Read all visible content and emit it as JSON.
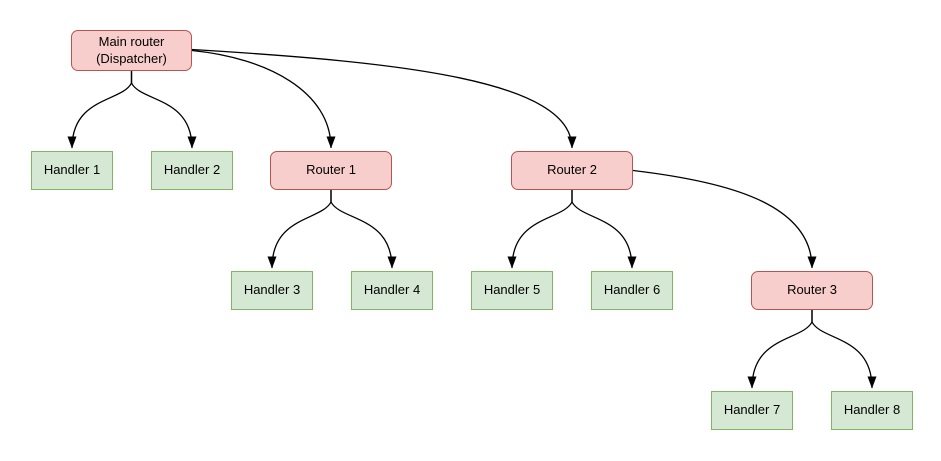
{
  "nodes": {
    "main": {
      "label": "Main router (Dispatcher)",
      "type": "router"
    },
    "router1": {
      "label": "Router 1",
      "type": "router"
    },
    "router2": {
      "label": "Router 2",
      "type": "router"
    },
    "router3": {
      "label": "Router 3",
      "type": "router"
    },
    "handler1": {
      "label": "Handler 1",
      "type": "handler"
    },
    "handler2": {
      "label": "Handler 2",
      "type": "handler"
    },
    "handler3": {
      "label": "Handler 3",
      "type": "handler"
    },
    "handler4": {
      "label": "Handler 4",
      "type": "handler"
    },
    "handler5": {
      "label": "Handler 5",
      "type": "handler"
    },
    "handler6": {
      "label": "Handler 6",
      "type": "handler"
    },
    "handler7": {
      "label": "Handler 7",
      "type": "handler"
    },
    "handler8": {
      "label": "Handler 8",
      "type": "handler"
    }
  },
  "edges": [
    {
      "from": "main",
      "to": "handler1"
    },
    {
      "from": "main",
      "to": "handler2"
    },
    {
      "from": "main",
      "to": "router1"
    },
    {
      "from": "main",
      "to": "router2"
    },
    {
      "from": "router1",
      "to": "handler3"
    },
    {
      "from": "router1",
      "to": "handler4"
    },
    {
      "from": "router2",
      "to": "handler5"
    },
    {
      "from": "router2",
      "to": "handler6"
    },
    {
      "from": "router2",
      "to": "router3"
    },
    {
      "from": "router3",
      "to": "handler7"
    },
    {
      "from": "router3",
      "to": "handler8"
    }
  ],
  "palette": {
    "router_fill": "#f8cecc",
    "router_stroke": "#b85450",
    "handler_fill": "#d5e8d4",
    "handler_stroke": "#82b366",
    "edge_color": "#000000",
    "text_color": "#000000",
    "background": "#ffffff"
  }
}
